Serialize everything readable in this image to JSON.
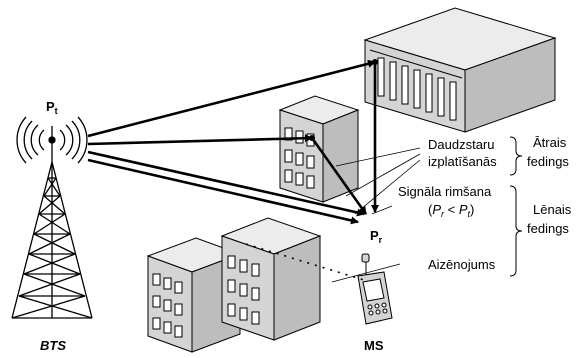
{
  "labels": {
    "transmit_power": "P",
    "transmit_power_sub": "t",
    "receive_power": "P",
    "receive_power_sub": "r",
    "bts": "BTS",
    "ms": "MS",
    "multipath_line1": "Daudzstaru",
    "multipath_line2": "izplatīšanās",
    "fast_fading_line1": "Ātrais",
    "fast_fading_line2": "fedings",
    "attenuation": "Signāla rimšana",
    "attenuation_cond_open": "(",
    "attenuation_cond_pr": "P",
    "attenuation_cond_pr_sub": "r",
    "attenuation_cond_lt": " < ",
    "attenuation_cond_pt": "P",
    "attenuation_cond_pt_sub": "t",
    "attenuation_cond_close": ")",
    "shadowing": "Aizēnojums",
    "slow_fading_line1": "Lēnais",
    "slow_fading_line2": "fedings"
  },
  "colors": {
    "building_front": "#d4d4d4",
    "building_side": "#bdbdbd",
    "building_top": "#ececec",
    "window": "#ffffff",
    "line": "#000000"
  },
  "icons": [
    "tower-icon",
    "signal-waves-icon",
    "phone-icon",
    "building-icon"
  ]
}
